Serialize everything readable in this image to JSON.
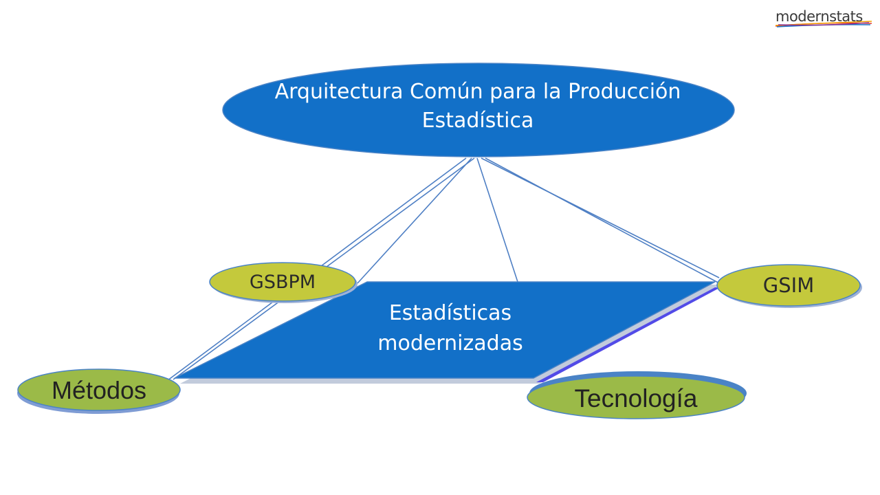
{
  "diagram": {
    "top_node": "Arquitectura Común para la Producción\nEstadística",
    "center_node": "Estadísticas\nmodernizadas",
    "gsbpm": "GSBPM",
    "gsim": "GSIM",
    "metodos": "Métodos",
    "tecnologia": "Tecnología"
  },
  "logo": {
    "text": "modernstats"
  },
  "colors": {
    "blue_node": "#1270c8",
    "green_node": "#c4c93c",
    "connector": "#4e7fc4",
    "outline": "#4a83c6",
    "logo_stripes": [
      "#e33a2c",
      "#f4a000",
      "#1a74c9",
      "#8e2f8c"
    ]
  }
}
